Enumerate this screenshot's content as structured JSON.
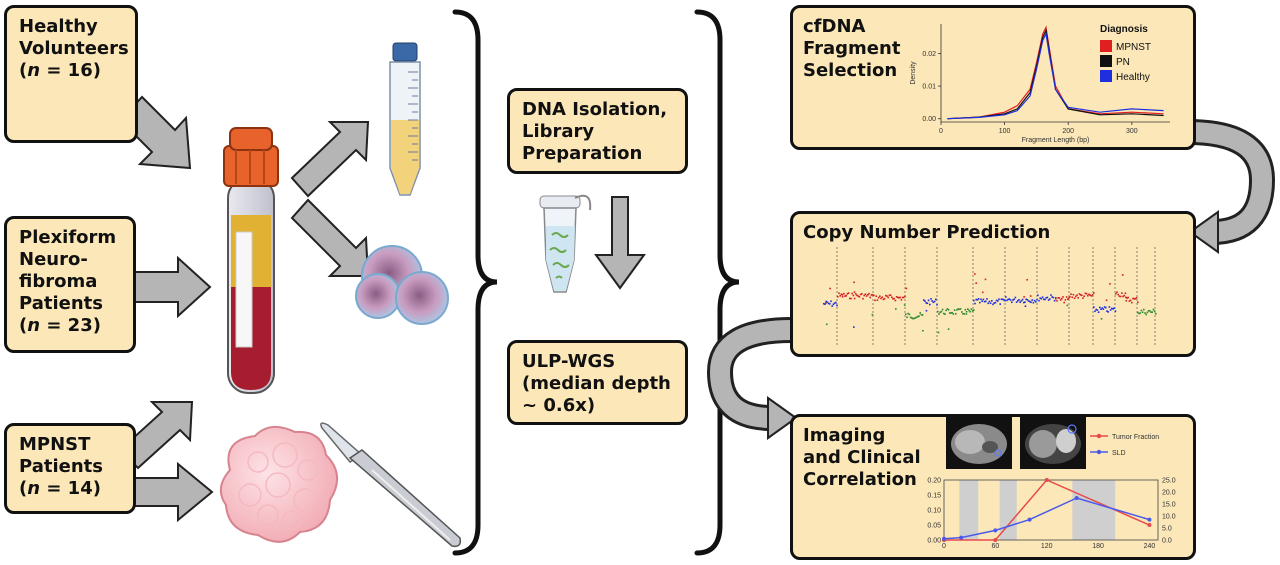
{
  "inputs": {
    "healthy": {
      "name": "Healthy\nVolunteers",
      "n_prefix": "(",
      "n_var": "n",
      "n_val": " = 16)"
    },
    "pn": {
      "name": "Plexiform\nNeuro-\nfibroma\nPatients",
      "n_prefix": "(",
      "n_var": "n",
      "n_val": " = 23)"
    },
    "mpnst": {
      "name": "MPNST\nPatients",
      "n_prefix": "(",
      "n_var": "n",
      "n_val": " = 14)"
    }
  },
  "process": {
    "dna": "DNA Isolation,\nLibrary\nPreparation",
    "ulp": "ULP-WGS\n(median depth\n~ 0.6x)"
  },
  "outputs": {
    "fragment": "cfDNA\nFragment\nSelection",
    "copy": "Copy Number Prediction",
    "imaging": "Imaging\nand Clinical\nCorrelation"
  },
  "chart_data": [
    {
      "type": "line",
      "title": "",
      "xlabel": "Fragment Length (bp)",
      "ylabel": "Density",
      "xlim": [
        0,
        360
      ],
      "ylim": [
        -0.001,
        0.029
      ],
      "xticks": [
        "0",
        "100",
        "200",
        "300"
      ],
      "yticks": [
        "0.00",
        "0.01",
        "0.02"
      ],
      "legend_title": "Diagnosis",
      "legend_position": "top-right",
      "series": [
        {
          "name": "MPNST",
          "color": "#e02020",
          "x": [
            10,
            60,
            100,
            120,
            140,
            150,
            160,
            165,
            170,
            180,
            200,
            250,
            300,
            350
          ],
          "y": [
            0.0,
            0.0005,
            0.002,
            0.004,
            0.009,
            0.017,
            0.026,
            0.028,
            0.022,
            0.01,
            0.003,
            0.0015,
            0.002,
            0.0015
          ]
        },
        {
          "name": "PN",
          "color": "#111111",
          "x": [
            10,
            60,
            100,
            120,
            140,
            150,
            160,
            165,
            170,
            180,
            200,
            250,
            300,
            350
          ],
          "y": [
            0.0,
            0.0005,
            0.0015,
            0.003,
            0.008,
            0.016,
            0.025,
            0.027,
            0.021,
            0.009,
            0.003,
            0.0012,
            0.0015,
            0.001
          ]
        },
        {
          "name": "Healthy",
          "color": "#1f2fe0",
          "x": [
            10,
            60,
            100,
            120,
            140,
            150,
            160,
            165,
            170,
            180,
            200,
            250,
            300,
            350
          ],
          "y": [
            0.0,
            0.0004,
            0.0012,
            0.0025,
            0.007,
            0.015,
            0.024,
            0.026,
            0.02,
            0.009,
            0.0035,
            0.002,
            0.003,
            0.0025
          ]
        }
      ]
    },
    {
      "type": "line",
      "title": "",
      "xticks_left": [
        "0",
        "60",
        "120",
        "180",
        "240"
      ],
      "xlim": [
        0,
        250
      ],
      "ylim_left": [
        0,
        0.2
      ],
      "yticks_left": [
        "0.00",
        "0.05",
        "0.10",
        "0.15",
        "0.20"
      ],
      "ylim_right": [
        0,
        25
      ],
      "yticks_right": [
        "0.0",
        "5.0",
        "10.0",
        "15.0",
        "20.0",
        "25.0"
      ],
      "legend_position": "top-right",
      "shaded_ranges": [
        [
          18,
          40
        ],
        [
          65,
          85
        ],
        [
          150,
          200
        ]
      ],
      "series": [
        {
          "name": "Tumor Fraction",
          "color": "#e84a4a",
          "axis": "left",
          "x": [
            0,
            60,
            120,
            240
          ],
          "y": [
            0.0,
            0.0,
            0.2,
            0.05
          ]
        },
        {
          "name": "SLD",
          "color": "#4a5ae8",
          "axis": "right",
          "x": [
            0,
            20,
            60,
            100,
            155,
            240
          ],
          "y": [
            0.5,
            1.0,
            4.0,
            8.5,
            17.5,
            8.5
          ]
        }
      ]
    }
  ]
}
